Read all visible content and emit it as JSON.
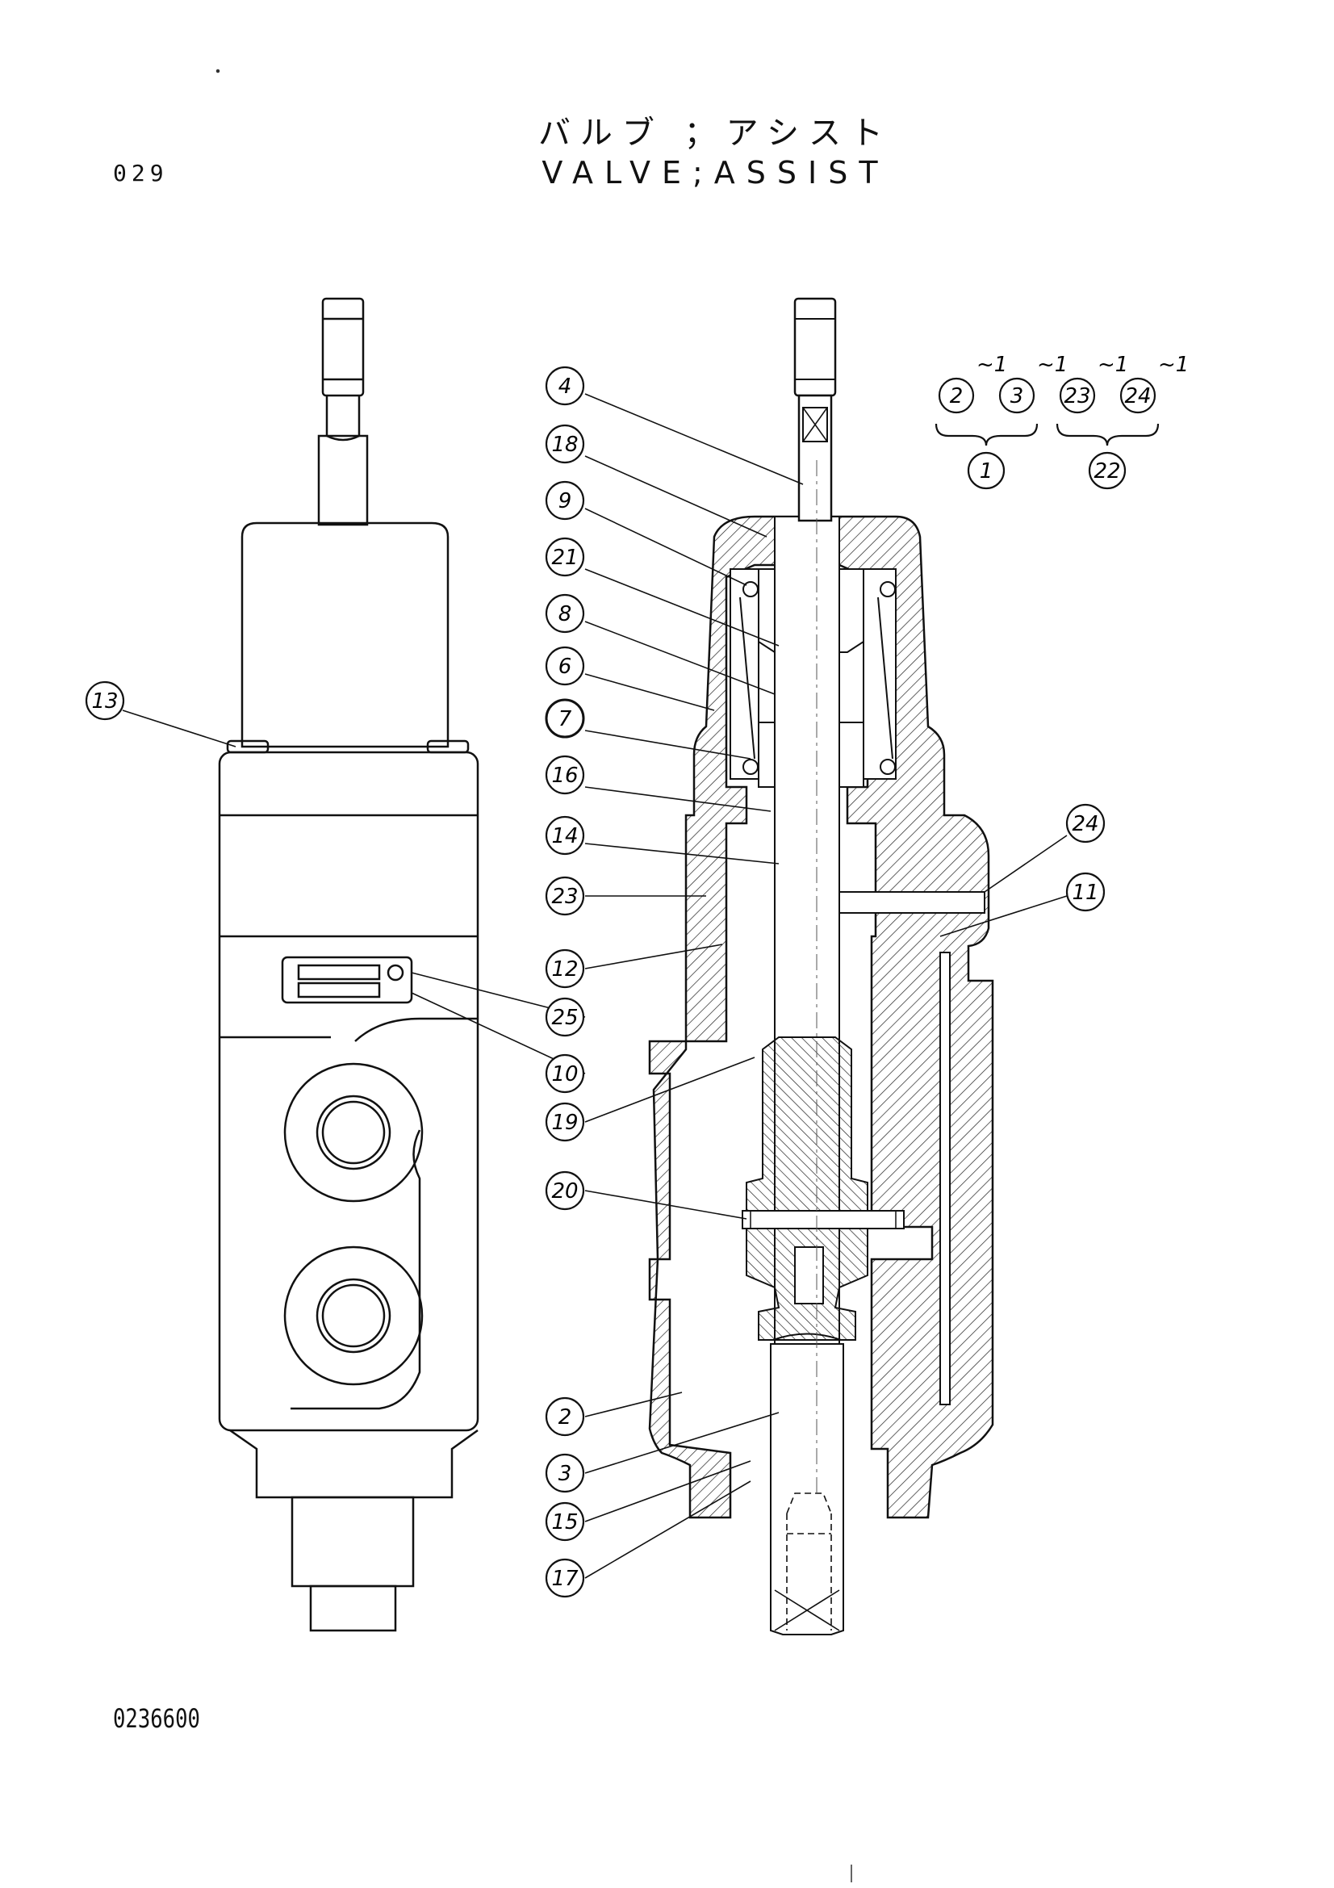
{
  "header": {
    "page_number": "029",
    "title_ja": "バルブ ；アシスト",
    "title_en": "VALVE;ASSIST"
  },
  "footer": {
    "drawing_number": "0236600"
  },
  "callouts": {
    "c4": "4",
    "c18": "18",
    "c9": "9",
    "c21": "21",
    "c8": "8",
    "c6": "6",
    "c7": "7",
    "c16": "16",
    "c14": "14",
    "c23": "23",
    "c12": "12",
    "c25": "25",
    "c10": "10",
    "c19": "19",
    "c20": "20",
    "c2": "2",
    "c3": "3",
    "c15": "15",
    "c17": "17",
    "c13": "13",
    "c24": "24",
    "c11": "11"
  },
  "assembly_legend": {
    "g1_a": "2",
    "g1_b": "3",
    "g1_parent": "1",
    "g2_a": "23",
    "g2_b": "24",
    "g2_parent": "22",
    "suffix": "~1"
  }
}
